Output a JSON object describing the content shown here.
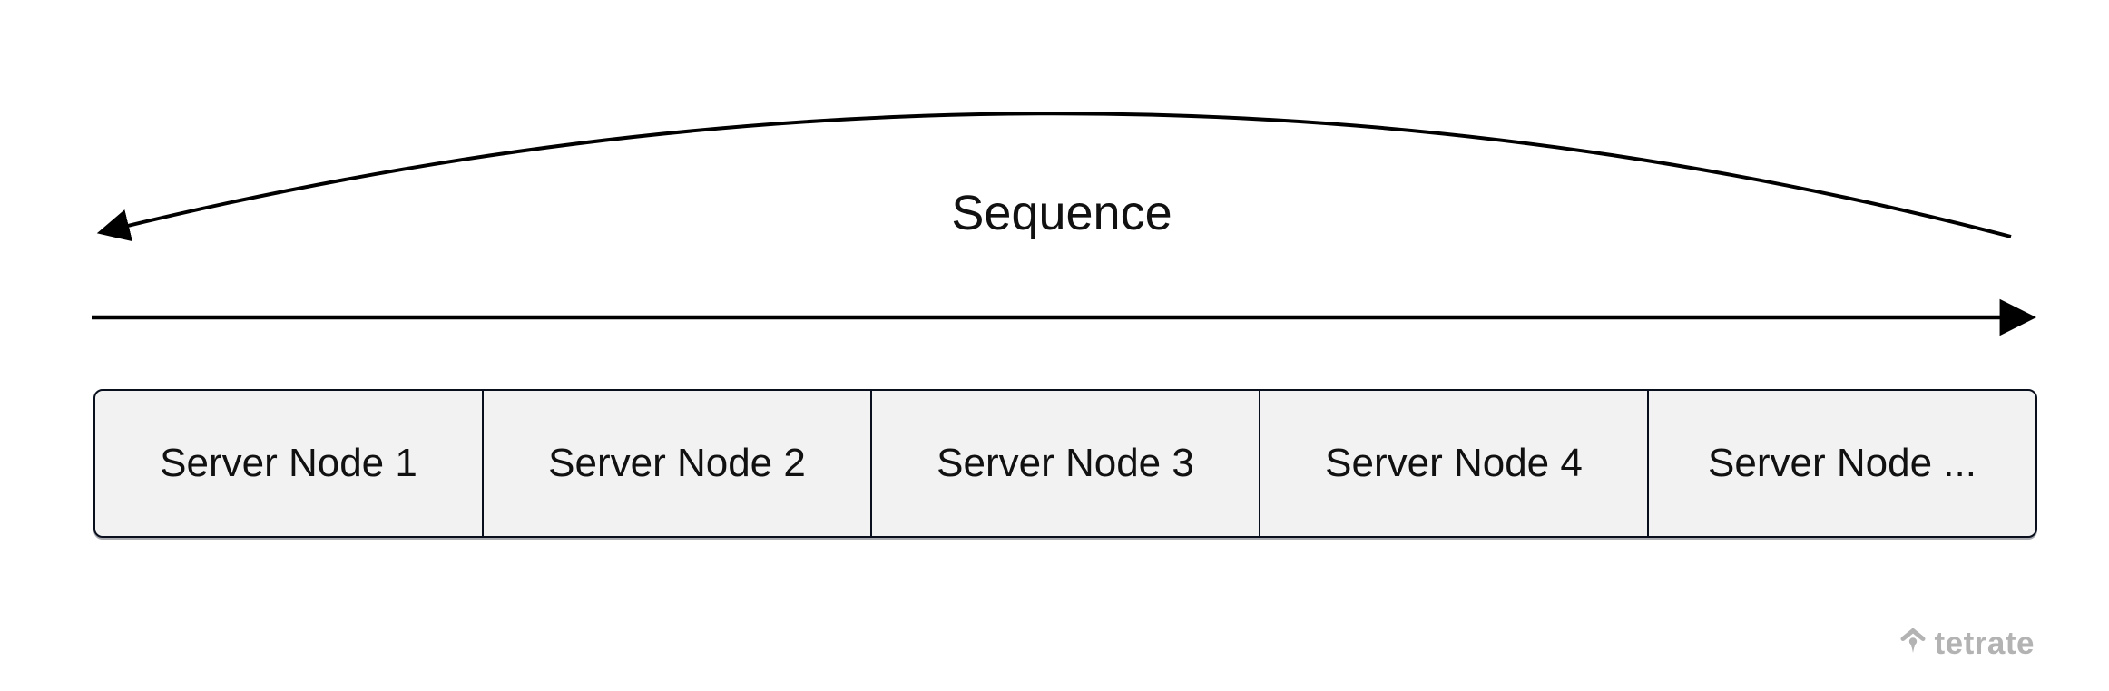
{
  "diagram": {
    "sequence_arrow_label": "Sequence",
    "server_nodes": [
      "Server Node 1",
      "Server Node 2",
      "Server Node 3",
      "Server Node 4",
      "Server Node ..."
    ],
    "arrows": {
      "return_arc_direction": "right-to-left",
      "forward_arrow_direction": "left-to-right"
    },
    "colors": {
      "background": "#ffffff",
      "line": "#000000",
      "node_fill": "#f2f2f2",
      "node_border": "#0a0f1e",
      "text": "#111111",
      "logo": "#b3b3b3"
    }
  },
  "branding": {
    "logo_text": "tetrate",
    "logo_icon": "tetrate-umbrella-icon"
  }
}
